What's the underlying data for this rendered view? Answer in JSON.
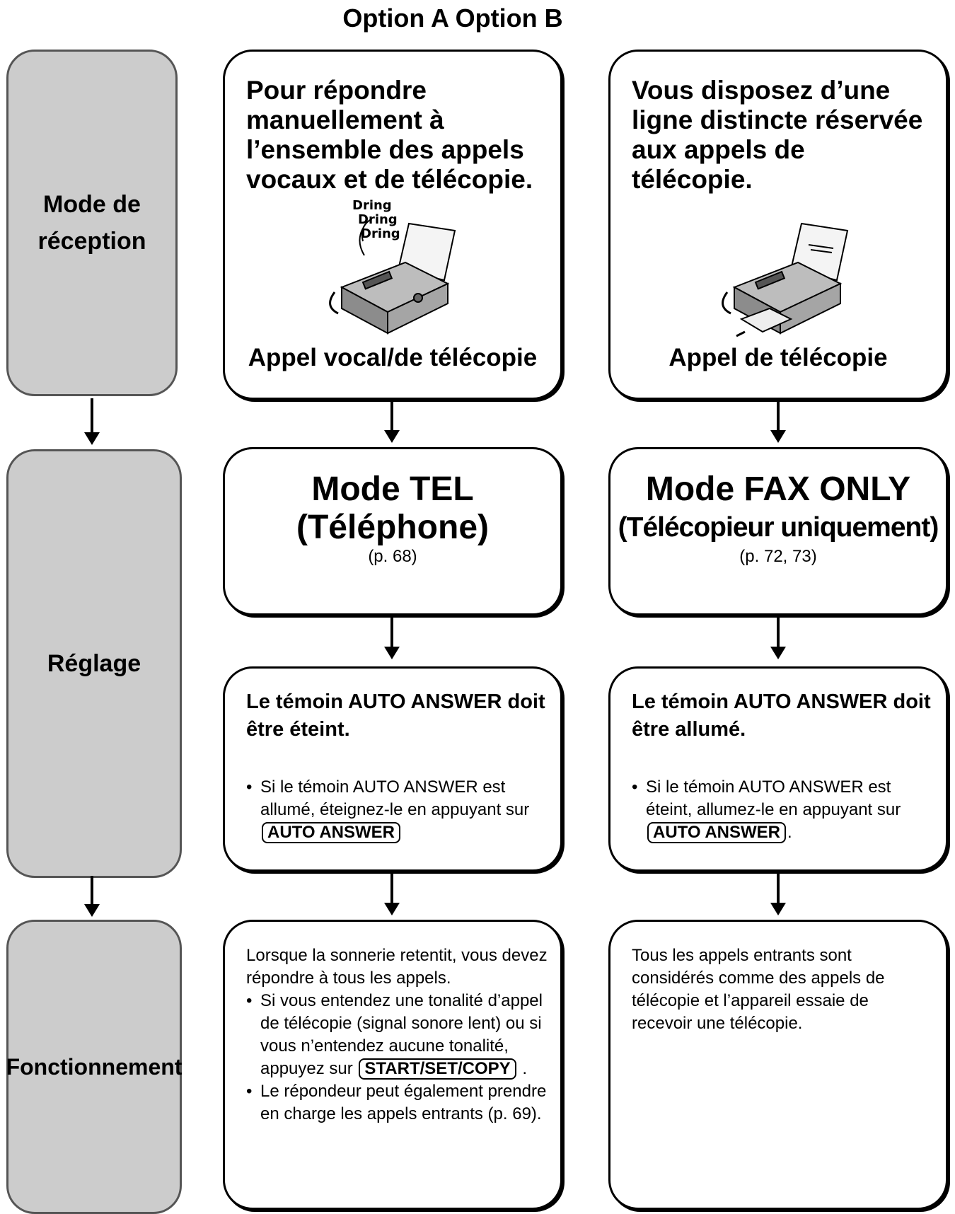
{
  "header": {
    "options": "Option A Option B"
  },
  "rows": {
    "reception": "Mode de réception",
    "reglage": "Réglage",
    "fonctionnement": "Fonctionnement"
  },
  "option_a": {
    "reception_text": "Pour répondre manuellement à l’ensemble des appels vocaux et de télécopie.",
    "ring_sounds": [
      "Dring",
      "Dring",
      "Dring"
    ],
    "reception_caption": "Appel vocal/de télécopie",
    "mode_title": "Mode TEL",
    "mode_title_2": "(Téléphone)",
    "mode_page": "(p. 68)",
    "led_title": "Le témoin AUTO ANSWER doit être éteint.",
    "led_bullet": "Si le témoin AUTO ANSWER est allumé, éteignez-le en appuyant sur",
    "led_key": "AUTO ANSWER",
    "op_intro": "Lorsque la sonnerie retentit, vous devez répondre à tous les appels.",
    "op_bullet_1": "Si vous entendez une tonalité d’appel de télécopie (signal sonore lent) ou si vous n’entendez aucune tonalité, appuyez sur",
    "op_key": "START/SET/COPY",
    "op_bullet_2": "Le répondeur peut également prendre en charge les appels entrants (p. 69)."
  },
  "option_b": {
    "reception_text": "Vous disposez d’une ligne distincte réservée aux appels de télécopie.",
    "reception_caption": "Appel de télécopie",
    "mode_title": "Mode FAX ONLY",
    "mode_title_2": "(Télécopieur uniquement)",
    "mode_page": "(p. 72, 73)",
    "led_title": "Le témoin AUTO ANSWER doit être allumé.",
    "led_bullet": "Si le témoin AUTO ANSWER est éteint, allumez-le en appuyant sur",
    "led_key": "AUTO ANSWER",
    "op_text": "Tous les appels entrants sont considérés comme des appels de télécopie et l’appareil essaie de recevoir une télécopie."
  }
}
